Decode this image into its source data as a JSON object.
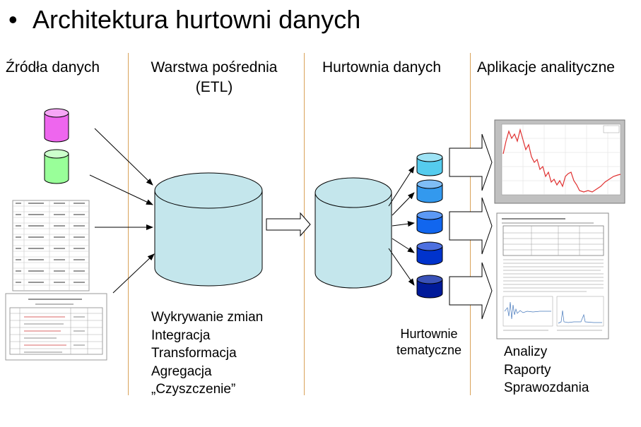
{
  "title": "Architektura hurtowni danych",
  "columns": {
    "sources": "Źródła danych",
    "etl_line1": "Warstwa pośrednia",
    "etl_line2": "(ETL)",
    "warehouse": "Hurtownia danych",
    "apps": "Aplikacje analityczne"
  },
  "etl_steps": [
    "Wykrywanie zmian",
    "Integracja",
    "Transformacja",
    "Agregacja",
    "„Czyszczenie”"
  ],
  "marts_caption_line1": "Hurtownie",
  "marts_caption_line2": "tematyczne",
  "app_list": [
    "Analizy",
    "Raporty",
    "Sprawozdania"
  ],
  "colors": {
    "divider": "#d9a25a",
    "cylinder_fill": "#c4e6ec",
    "source_magenta": "#ee66ee",
    "source_green": "#99ff99",
    "mart_colors": [
      "#55ccee",
      "#3399ee",
      "#1166ee",
      "#0033cc",
      "#001a99"
    ]
  }
}
